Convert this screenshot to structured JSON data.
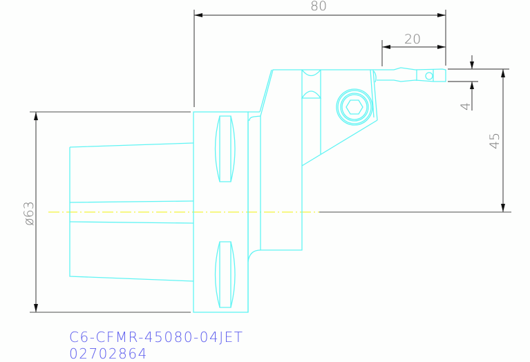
{
  "drawing": {
    "part_number": "C6-CFMR-45080-04JET",
    "article_number": "02702864",
    "colors": {
      "part_outline": "#5ff4f4",
      "dimension_lines": "#555555",
      "centerline": "#f4f43c",
      "title_text": "#5a5aee",
      "background": "#fdfefd"
    },
    "dimensions": {
      "overall_length": "80",
      "insert_reach": "20",
      "cutting_width": "4",
      "center_height": "45",
      "diameter": "ø63"
    }
  }
}
